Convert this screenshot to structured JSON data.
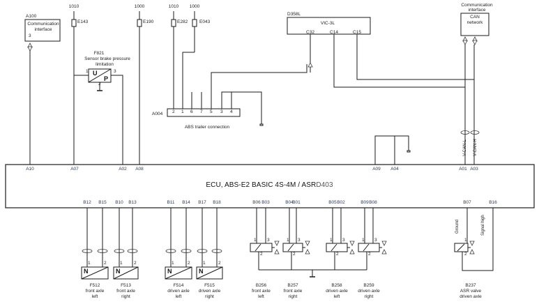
{
  "ecu": {
    "title_main": "ECU, ABS-E2 BASIC 4S-4M / ASR",
    "title_suffix": "D403",
    "top_pins": [
      "A10",
      "A07",
      "A02",
      "A08",
      "A09",
      "A04",
      "A01",
      "A03"
    ],
    "bottom_pins": [
      "B12",
      "B15",
      "B10",
      "B13",
      "B11",
      "B14",
      "B17",
      "B18",
      "B06",
      "B03",
      "B04",
      "B01",
      "B05",
      "B02",
      "B09",
      "B08",
      "B07",
      "B16"
    ]
  },
  "supplies": {
    "s1": "1010",
    "s2": "1000",
    "s3": "1010",
    "s4": "1000"
  },
  "fuses": {
    "f1": "E143",
    "f2": "E190",
    "f3": "E282",
    "f4": "E043"
  },
  "a100": {
    "id": "A100",
    "text": "Communication interface",
    "pin": "3"
  },
  "f821": {
    "id": "F821",
    "desc1": "Sensor brake pressure",
    "desc2": "limitation",
    "u": "U",
    "p": "P",
    "pin1": "1",
    "pin2": "2",
    "pin3": "3"
  },
  "a004": {
    "id": "A004",
    "pins": [
      "2",
      "1",
      "6",
      "7",
      "5",
      "3",
      "4"
    ],
    "caption": "ABS trailer connection"
  },
  "d358l": {
    "id": "D358L",
    "name": "VIC-3L",
    "pins": [
      "C32",
      "C14",
      "C15"
    ]
  },
  "can": {
    "header1": "Communication",
    "header2": "interface",
    "line1": "CAN",
    "line2": "network",
    "wire_l": "V-CAN-L",
    "wire_h": "V-CAN-H"
  },
  "sensors": [
    {
      "id": "F512",
      "l1": "front axle",
      "l2": "left",
      "sym": "N"
    },
    {
      "id": "F513",
      "l1": "front axle",
      "l2": "right",
      "sym": "N"
    },
    {
      "id": "F514",
      "l1": "driven axle",
      "l2": "left",
      "sym": "N"
    },
    {
      "id": "F515",
      "l1": "driven axle",
      "l2": "right",
      "sym": "N"
    }
  ],
  "valves": [
    {
      "id": "B256",
      "l1": "front axle",
      "l2": "left"
    },
    {
      "id": "B257",
      "l1": "front axle",
      "l2": "right"
    },
    {
      "id": "B258",
      "l1": "driven axle",
      "l2": "left"
    },
    {
      "id": "B259",
      "l1": "driven axle",
      "l2": "right"
    }
  ],
  "asr": {
    "id": "B237",
    "l1": "ASR valve",
    "l2": "driven axle",
    "wire_ground": "Ground",
    "wire_signal": "Signal high",
    "pin1": "1",
    "pin2": "2"
  },
  "pin_numbers": {
    "one": "1",
    "two": "2",
    "three": "3"
  }
}
